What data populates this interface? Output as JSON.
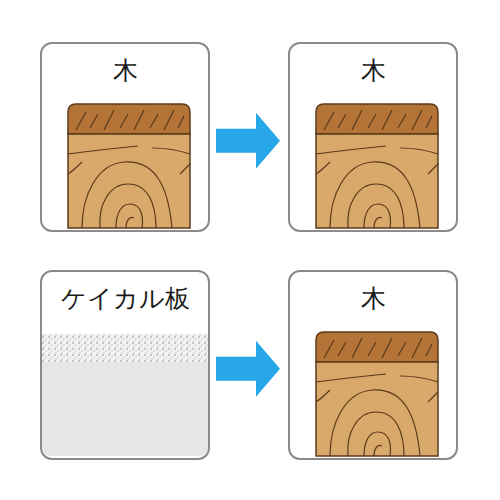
{
  "diagram": {
    "nodes": [
      {
        "text": [
          "木"
        ]
      },
      {
        "text": [
          "木"
        ]
      },
      {
        "text": [
          "ケイカル板"
        ]
      },
      {
        "text": [
          "木"
        ]
      }
    ],
    "edges": [
      {
        "from": 0,
        "to": 1,
        "arrow": "to"
      },
      {
        "from": 2,
        "to": 3,
        "arrow": "to"
      }
    ]
  }
}
